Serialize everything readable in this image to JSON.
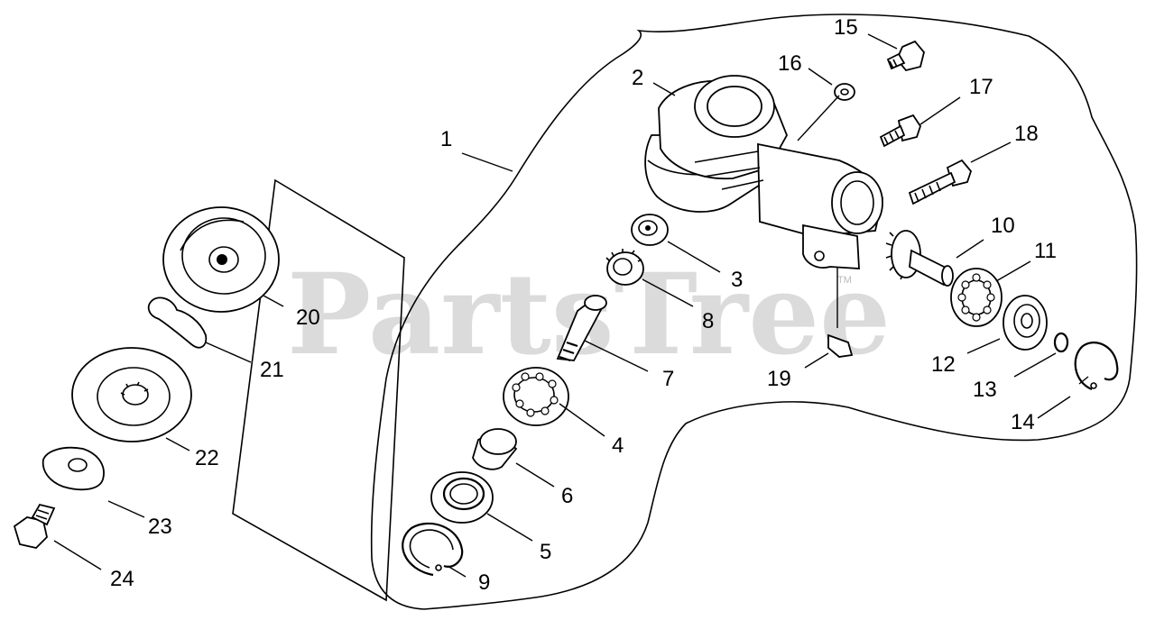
{
  "watermark": {
    "text": "PartsTree",
    "mark": "TM"
  },
  "callouts": [
    "1",
    "2",
    "3",
    "4",
    "5",
    "6",
    "7",
    "8",
    "9",
    "10",
    "11",
    "12",
    "13",
    "14",
    "15",
    "16",
    "17",
    "18",
    "19",
    "20",
    "21",
    "22",
    "23",
    "24"
  ]
}
